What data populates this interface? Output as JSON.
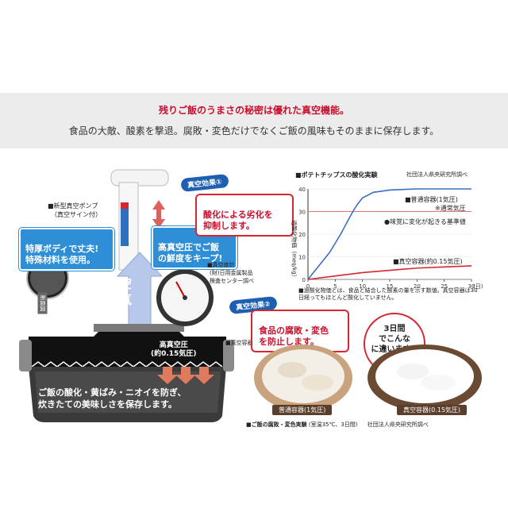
{
  "banner": {
    "title": "残りご飯のうまさの秘密は優れた真空機能。",
    "subtitle": "食品の大敵、酸素を撃退。腐敗・変色だけでなくご飯の風味もそのままに保存します。"
  },
  "left": {
    "pump_label": "■新型真空ポンプ",
    "pump_sub": "（真空サイン付）",
    "callout_body": "特厚ボディで丈夫!\n特殊材料を使用。",
    "section_label": "断面図",
    "air_label": "空\n気",
    "vacuum_callout": "高真空圧でご飯\nの鮮度をキープ!",
    "gauge_label": "■真空度計",
    "gauge_sub1": "(財)日用金属製品",
    "gauge_sub2": "検査センター調べ",
    "high_vac_line1": "高真空圧",
    "high_vac_line2": "(約0.15気圧)",
    "container_label": "■真空容器",
    "bottom_msg": "ご飯の酸化・黄ばみ・ニオイを防ぎ、\n炊きたての美味しさを保存します。"
  },
  "effect1": {
    "badge": "真空効果①",
    "text": "酸化による劣化を\n抑制します。"
  },
  "effect2": {
    "badge": "真空効果②",
    "text": "食品の腐敗・変色\nを防止します。"
  },
  "bubble_text": "3日間\nでこんな\nに違います。",
  "bowls": {
    "left_label": "普通容器(1気圧)",
    "right_label": "真空容器(0.15気圧)",
    "caption": "■ご飯の腐敗・変色実験",
    "caption_cond": "(室温35℃、3日間)",
    "caption_source": "社団法人県央研究所調べ"
  },
  "chart_data": {
    "type": "line",
    "title": "■ポテトチップスの酸化実験",
    "source": "社団法人県央研究所調べ",
    "ylabel": "過酸化物価（meq/kg）",
    "xunit": "(日)",
    "x_ticks": [
      "0",
      "5",
      "10",
      "15",
      "20",
      "25",
      "30"
    ],
    "y_ticks": [
      "0",
      "10",
      "20",
      "30",
      "40"
    ],
    "xlim": [
      0,
      30
    ],
    "ylim": [
      0,
      40
    ],
    "threshold": 30,
    "series": [
      {
        "name": "■普通容器(1気圧)",
        "color": "#3a6fc4",
        "x": [
          0,
          2,
          4,
          6,
          8,
          9,
          10,
          12,
          15,
          20,
          25,
          30
        ],
        "y": [
          0,
          6,
          12,
          20,
          29,
          33,
          36,
          38.5,
          39.5,
          40,
          40,
          40
        ]
      },
      {
        "name": "■真空容器(約0.15気圧)",
        "color": "#d8262f",
        "x": [
          0,
          5,
          10,
          15,
          20,
          25,
          30
        ],
        "y": [
          0,
          1.5,
          3,
          4,
          5,
          5.5,
          6
        ]
      }
    ],
    "legend_note": "※通常気圧",
    "threshold_note": "●味覚に変化が起きる基準値",
    "footnote": "■過酸化物価とは、食品と結合した酸素の量を示す数値。真空容器は30日経ってもほとんど酸化していません。"
  }
}
